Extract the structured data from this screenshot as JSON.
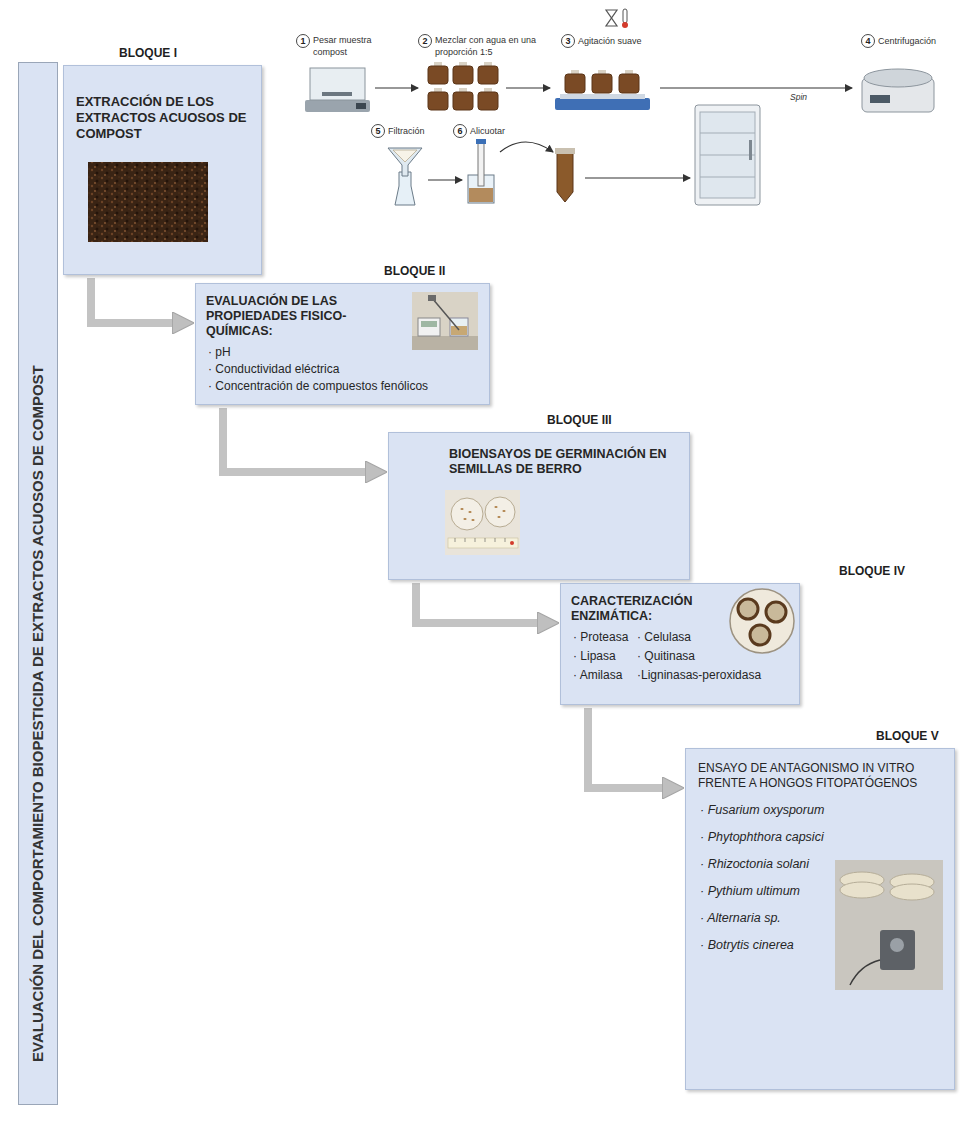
{
  "diagram": {
    "nodes": [
      {
        "text": [
          "EVALUACIÓN DEL COMPORTAMIENTO BIOPESTICIDA DE EXTRACTOS ACUOSOS DE COMPOST"
        ]
      },
      {
        "text": [
          "BLOQUE I",
          "EXTRACCIÓN DE LOS EXTRACTOS ACUOSOS DE COMPOST"
        ]
      },
      {
        "text": [
          "BLOQUE II",
          "EVALUACIÓN DE LAS PROPIEDADES FISICO- QUÍMICAS:",
          "· pH",
          "· Conductividad eléctrica",
          "· Concentración de compuestos fenólicos"
        ]
      },
      {
        "text": [
          "BLOQUE III",
          "BIOENSAYOS DE GERMINACIÓN EN SEMILLAS DE BERRO"
        ]
      },
      {
        "text": [
          "BLOQUE IV",
          "CARACTERIZACIÓN ENZIMÁTICA:",
          "· Proteasa",
          "· Celulasa",
          "· Lipasa",
          "· Quitinasa",
          "· Amilasa",
          "·Ligninasas-peroxidasa"
        ]
      },
      {
        "text": [
          "BLOQUE V",
          "ENSAYO DE ANTAGONISMO IN VITRO FRENTE A HONGOS FITOPATÓGENOS",
          "· Fusarium oxysporum",
          "· Phytophthora capsici",
          "· Rhizoctonia solani",
          "· Pythium ultimum",
          "· Alternaria sp.",
          "· Botrytis cinerea"
        ]
      }
    ],
    "edges": [
      {
        "from": 1,
        "to": 2,
        "arrow": "to"
      },
      {
        "from": 2,
        "to": 3,
        "arrow": "to"
      },
      {
        "from": 3,
        "to": 4,
        "arrow": "to"
      },
      {
        "from": 4,
        "to": 5,
        "arrow": "to"
      }
    ],
    "labels": [
      "1",
      "Pesar muestra compost",
      "2",
      "Mezclar con agua en una proporción 1:5",
      "3",
      "Agitación suave",
      "4",
      "Centrifugación",
      "Spin",
      "5",
      "Filtración",
      "6",
      "Alicuotar"
    ]
  }
}
